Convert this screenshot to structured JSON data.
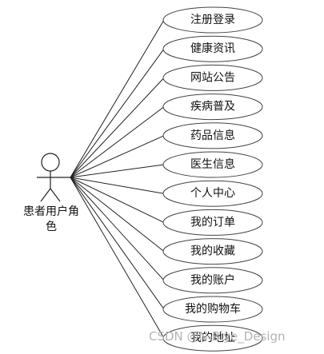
{
  "actor": {
    "name": "患者用户角色"
  },
  "use_cases": [
    "注册登录",
    "健康资讯",
    "网站公告",
    "疾病普及",
    "药品信息",
    "医生信息",
    "个人中心",
    "我的订单",
    "我的收藏",
    "我的账户",
    "我的购物车",
    "我的地址"
  ],
  "watermark": "CSDN @N-Biye_Design"
}
